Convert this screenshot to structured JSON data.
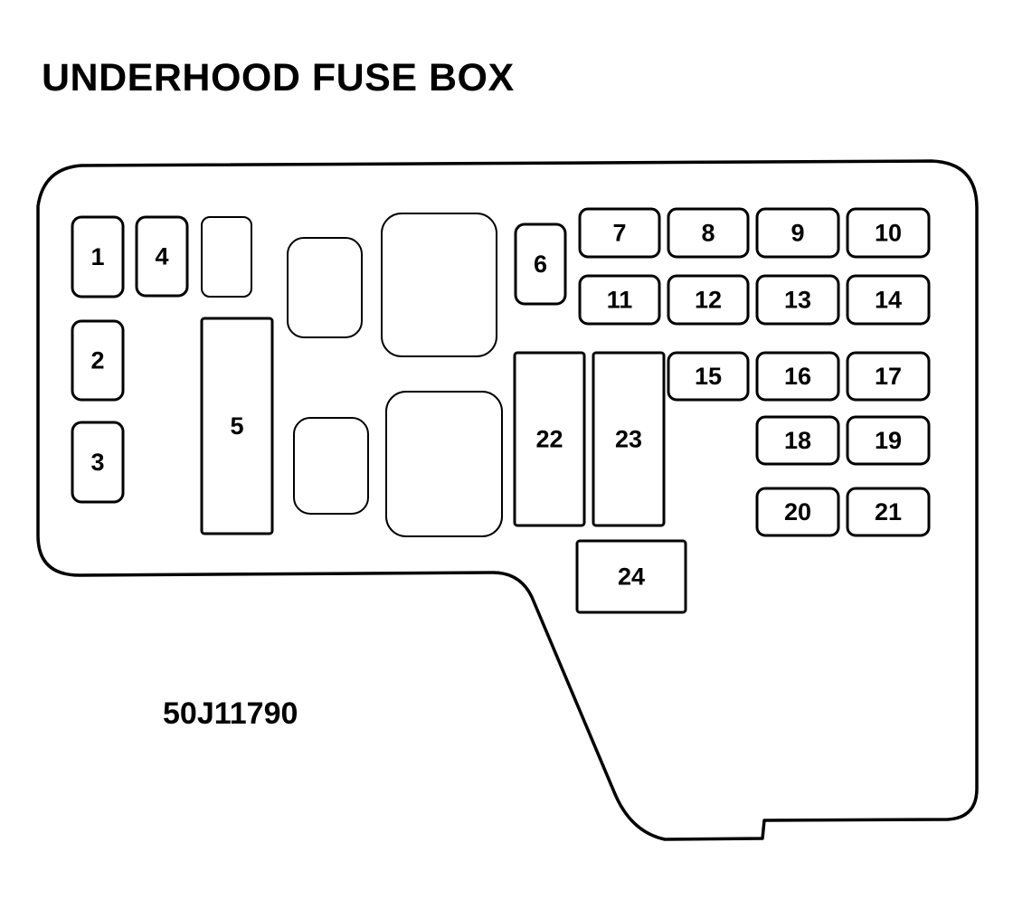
{
  "title": "UNDERHOOD FUSE BOX",
  "part_code": "50J11790",
  "colors": {
    "line": "#000000",
    "background": "#ffffff"
  },
  "fuses": [
    {
      "label": "1"
    },
    {
      "label": "2"
    },
    {
      "label": "3"
    },
    {
      "label": "4"
    },
    {
      "label": "5"
    },
    {
      "label": "6"
    },
    {
      "label": "7"
    },
    {
      "label": "8"
    },
    {
      "label": "9"
    },
    {
      "label": "10"
    },
    {
      "label": "11"
    },
    {
      "label": "12"
    },
    {
      "label": "13"
    },
    {
      "label": "14"
    },
    {
      "label": "15"
    },
    {
      "label": "16"
    },
    {
      "label": "17"
    },
    {
      "label": "18"
    },
    {
      "label": "19"
    },
    {
      "label": "20"
    },
    {
      "label": "21"
    },
    {
      "label": "22"
    },
    {
      "label": "23"
    },
    {
      "label": "24"
    }
  ]
}
